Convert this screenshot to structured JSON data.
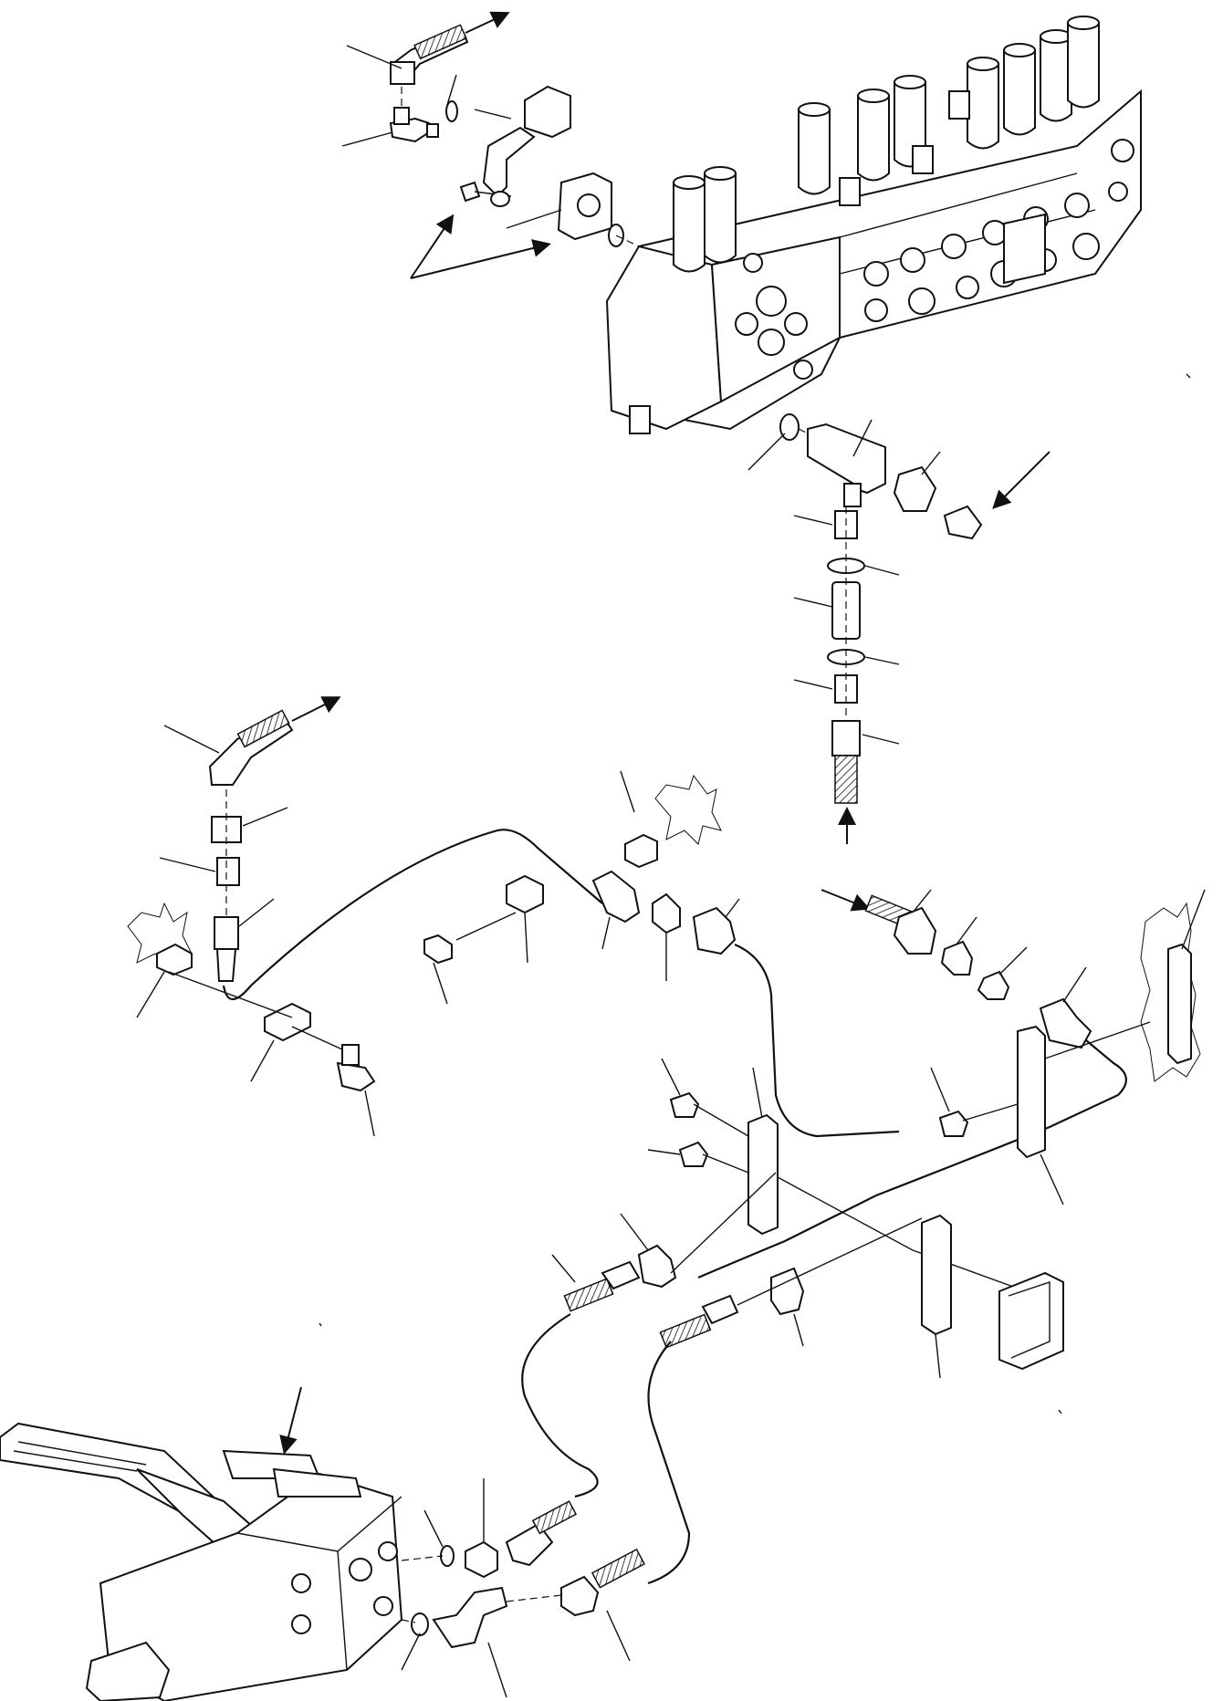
{
  "figure": {
    "kind": "exploded parts diagram",
    "labels_shown": false
  },
  "assemblies": [
    {
      "name": "control-valve-block"
    },
    {
      "name": "pedal-valve"
    }
  ]
}
